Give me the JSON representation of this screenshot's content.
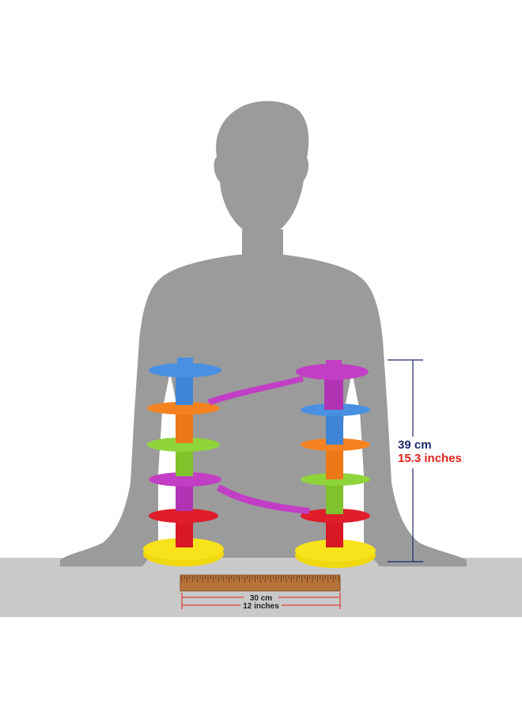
{
  "height_measure": {
    "cm": "39 cm",
    "inches": "15.3 inches",
    "cm_color": "#1f2a6b",
    "inches_color": "#e0221b"
  },
  "width_measure": {
    "cm": "30 cm",
    "inches": "12 inches",
    "line_color": "#e0221b"
  },
  "colors": {
    "silhouette": "#9b9b9b",
    "table": "#c9c9c9",
    "ruler": "#b5723a",
    "blue": "#4a90e2",
    "orange": "#f58220",
    "green": "#8fd43a",
    "magenta": "#c23ec4",
    "red": "#e01d2a",
    "yellow": "#f7e21c"
  }
}
